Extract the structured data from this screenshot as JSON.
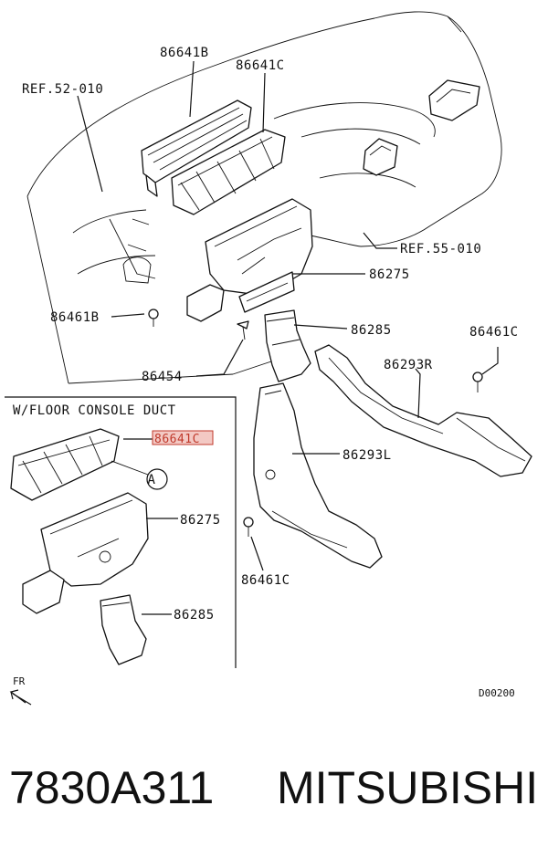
{
  "diagram": {
    "labels": {
      "ref_52": "REF.52-010",
      "ref_55": "REF.55-010",
      "p86641b": "86641B",
      "p86641c_top": "86641C",
      "p86275_top": "86275",
      "p86285_top": "86285",
      "p86461b": "86461B",
      "p86454": "86454",
      "p86461c_right": "86461C",
      "p86293r": "86293R",
      "p86293l": "86293L",
      "p86461c_bottom": "86461C",
      "inset_title": "W/FLOOR CONSOLE DUCT",
      "inset_86641c": "86641C",
      "inset_86275": "86275",
      "inset_86285": "86285",
      "inset_callout": "A",
      "front_arrow": "FR",
      "diagram_code": "D00200"
    },
    "highlight_color": "#c0392b",
    "highlight_fill": "#f3c9c4"
  },
  "caption": {
    "part_number": "7830A311",
    "brand": "MITSUBISHI"
  }
}
